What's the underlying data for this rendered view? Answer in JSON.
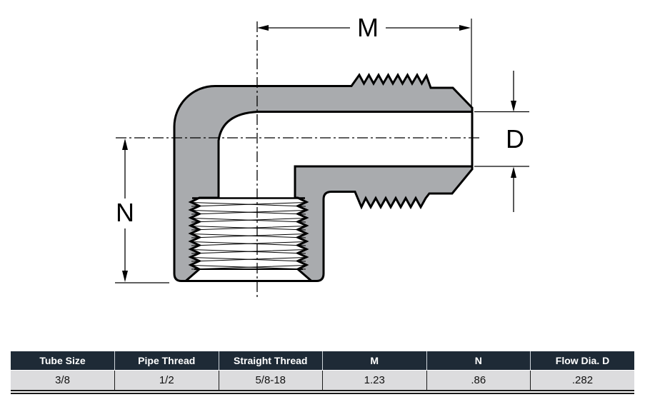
{
  "diagram": {
    "labels": {
      "m": "M",
      "n": "N",
      "d": "D"
    },
    "colors": {
      "body_fill": "#a9abae",
      "outline": "#000000"
    }
  },
  "table": {
    "columns": [
      "Tube Size",
      "Pipe Thread",
      "Straight Thread",
      "M",
      "N",
      "Flow Dia. D"
    ],
    "rows": [
      [
        "3/8",
        "1/2",
        "5/8-18",
        "1.23",
        ".86",
        ".282"
      ]
    ],
    "colors": {
      "header_bg": "#1e2a36",
      "header_text": "#ffffff",
      "row_bg": "#dcdcde"
    }
  }
}
